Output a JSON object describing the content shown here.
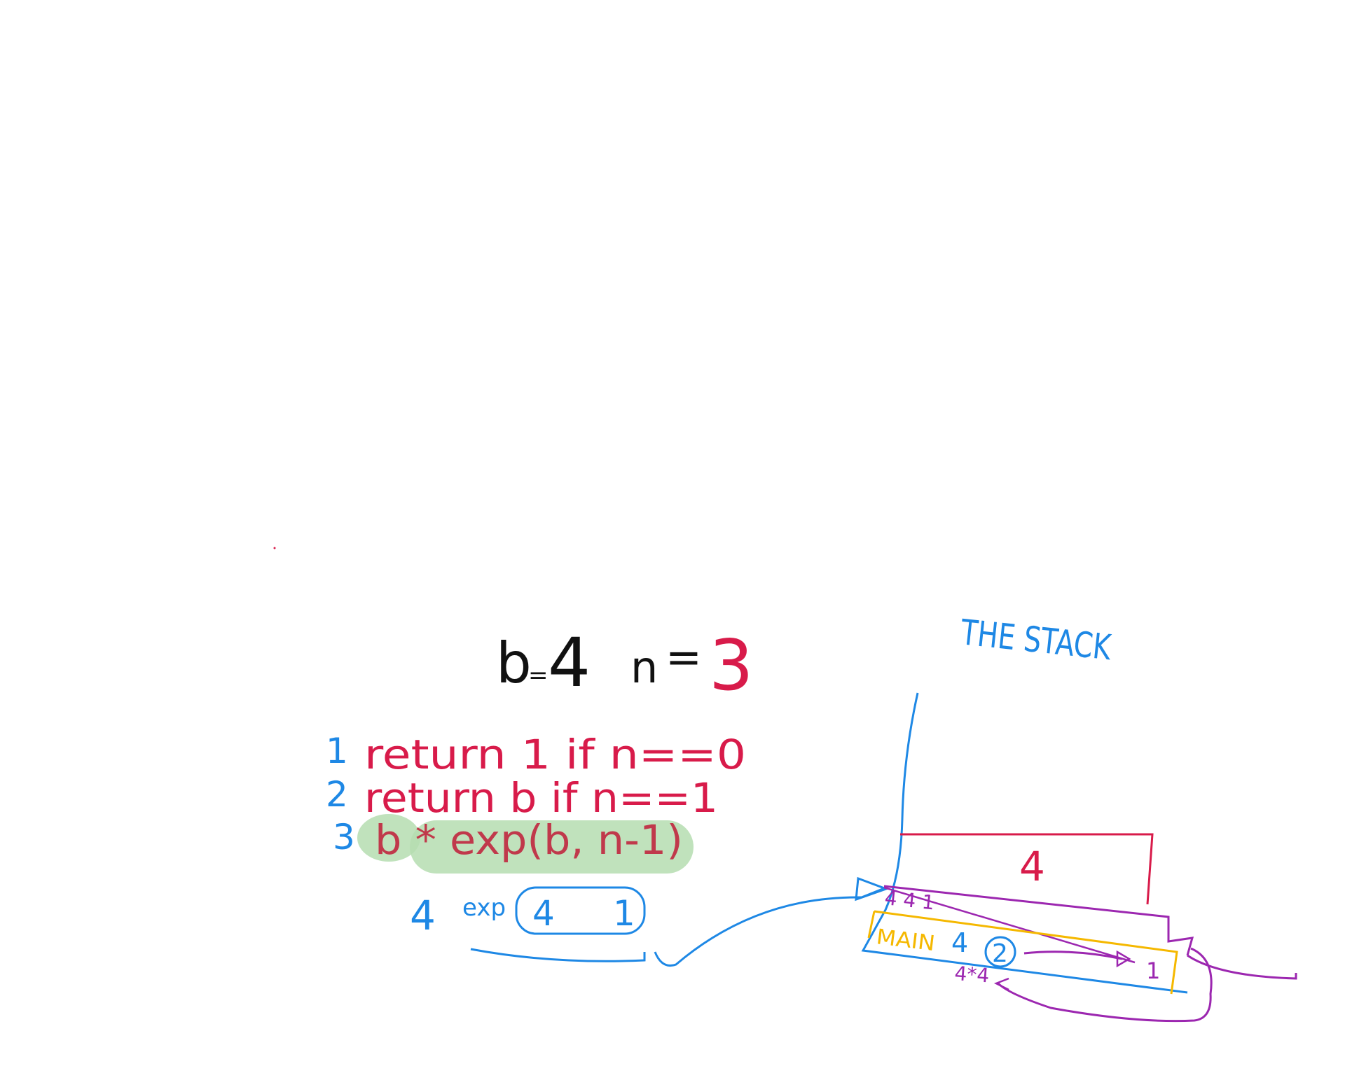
{
  "header": {
    "b_label": "b",
    "b_eq": "=",
    "b_value": "4",
    "n_label": "n",
    "n_eq": "=",
    "n_value": "3"
  },
  "code": {
    "lines": [
      {
        "num": "1",
        "text": "return 1 if n==0"
      },
      {
        "num": "2",
        "text": "return b if n==1"
      },
      {
        "num": "3",
        "text": "b * exp(b, n-1)"
      }
    ]
  },
  "call": {
    "num": "4",
    "fn": "exp",
    "arg_b": "4",
    "arg_n": "1"
  },
  "stack": {
    "title": "THE STACK",
    "top_frame_value": "4",
    "frame2_text": "4 4 1",
    "main_label": "MAIN",
    "main_value": "4",
    "main_line": "2",
    "return_val": "1",
    "product": "4*4"
  },
  "colors": {
    "red": "#d81b4a",
    "blue": "#1e88e5",
    "black": "#111111",
    "purple": "#9c27b0",
    "yellow": "#f5b800",
    "green_hl": "#b5ddb0",
    "code_red": "#c0394b"
  }
}
